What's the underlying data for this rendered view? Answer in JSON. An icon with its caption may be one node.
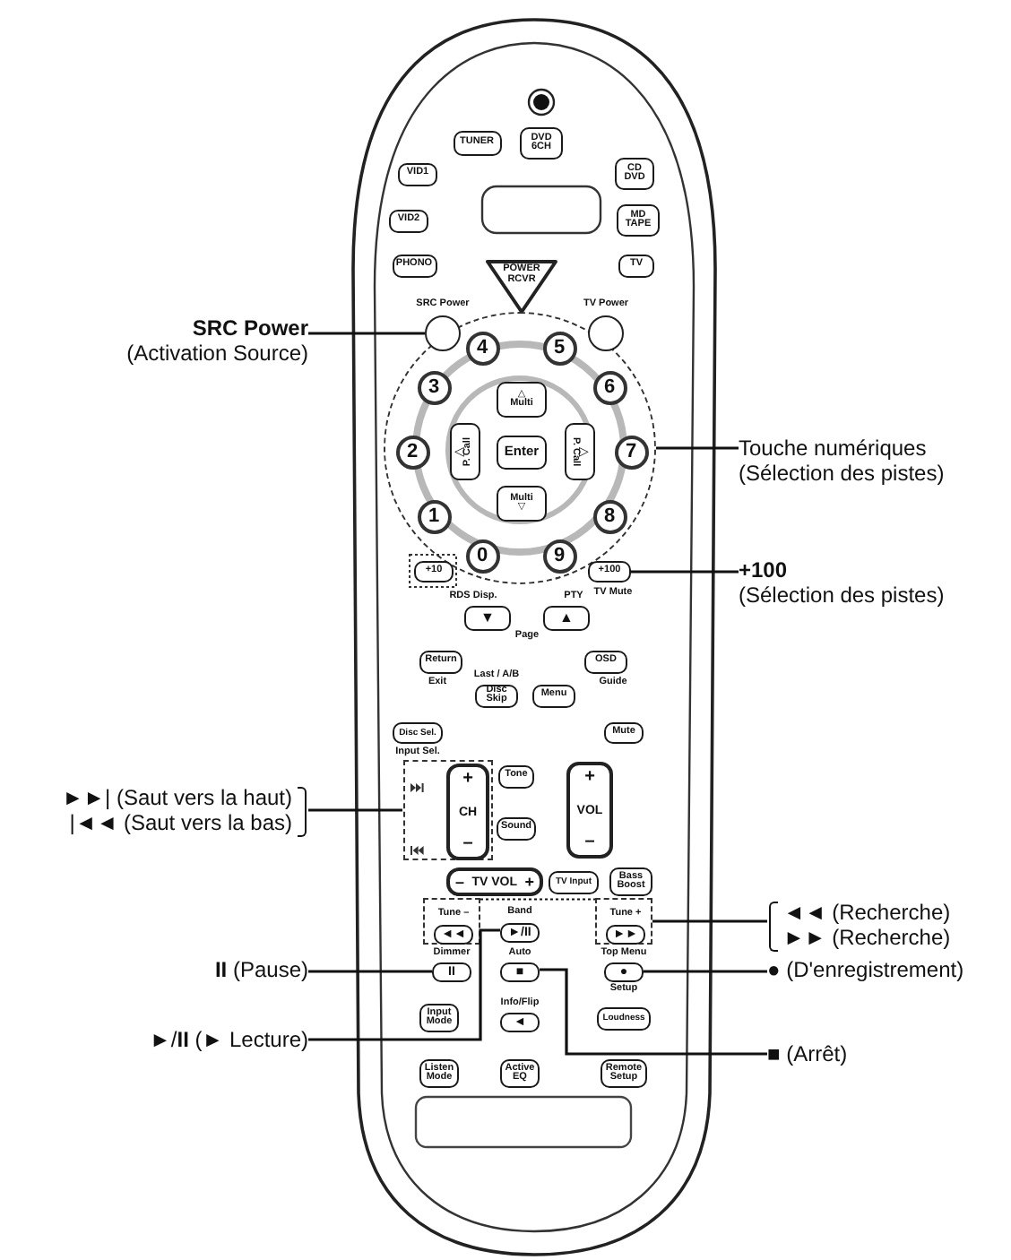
{
  "diagram": {
    "nodes": [
      {
        "text": [],
        "shape": "box"
      },
      {
        "text": [
          "TUNER"
        ],
        "in": 0
      },
      {
        "text": [
          "DVD 6CH"
        ],
        "in": 0
      },
      {
        "text": [
          "VID1"
        ],
        "in": 0
      },
      {
        "text": [
          "CD DVD"
        ],
        "in": 0
      },
      {
        "text": [
          "VID2"
        ],
        "in": 0
      },
      {
        "text": [
          "MD TAPE"
        ],
        "in": 0
      },
      {
        "text": [
          "PHONO"
        ],
        "in": 0
      },
      {
        "text": [
          "TV"
        ],
        "in": 0
      },
      {
        "text": [
          "POWER RCVR"
        ],
        "in": 0
      },
      {
        "text": [],
        "shape": "circle",
        "in": 0
      },
      {
        "text": [],
        "shape": "circle",
        "beside": [
          "SRC Power"
        ],
        "in": 10
      },
      {
        "text": [],
        "shape": "circle",
        "beside": [
          "TV Power"
        ],
        "in": 10
      },
      {
        "text": [
          "4"
        ],
        "in": 10
      },
      {
        "text": [
          "5"
        ],
        "in": 10
      },
      {
        "text": [
          "3"
        ],
        "in": 10
      },
      {
        "text": [
          "6"
        ],
        "in": 10
      },
      {
        "text": [
          "2"
        ],
        "in": 10
      },
      {
        "text": [
          "7"
        ],
        "in": 10
      },
      {
        "text": [
          "1"
        ],
        "in": 10
      },
      {
        "text": [
          "8"
        ],
        "in": 10
      },
      {
        "text": [
          "0"
        ],
        "in": 10
      },
      {
        "text": [
          "9"
        ],
        "in": 10
      },
      {
        "text": [
          "△",
          "Multi"
        ],
        "in": 10
      },
      {
        "text": [
          "◁",
          "P. Call"
        ],
        "in": 10
      },
      {
        "text": [
          "Enter"
        ],
        "in": 10
      },
      {
        "text": [
          "P. Call",
          "▷"
        ],
        "in": 10
      },
      {
        "text": [
          "Multi",
          "▽"
        ],
        "in": 10
      },
      {
        "text": [
          "+10"
        ],
        "in": 10
      },
      {
        "text": [
          "+100"
        ],
        "beside": [
          "TV Mute"
        ],
        "in": 10
      },
      {
        "text": [
          "▼"
        ],
        "beside": [
          "RDS Disp."
        ],
        "in": 0
      },
      {
        "text": [
          "▲"
        ],
        "beside": [
          "PTY"
        ],
        "in": 0
      },
      {
        "text": [
          "Return"
        ],
        "beside": [
          "Exit"
        ],
        "in": 0
      },
      {
        "text": [
          "OSD"
        ],
        "beside": [
          "Guide"
        ],
        "in": 0
      },
      {
        "text": [
          "Disc Skip"
        ],
        "beside": [
          "Last / A/B"
        ],
        "in": 0
      },
      {
        "text": [
          "Menu"
        ],
        "in": 0
      },
      {
        "text": [
          "Disc Sel."
        ],
        "beside": [
          "Input Sel."
        ],
        "in": 0
      },
      {
        "text": [
          "Mute"
        ],
        "in": 0
      },
      {
        "text": [],
        "shape": "box",
        "in": 0
      },
      {
        "text": [
          "+",
          "CH",
          "–"
        ],
        "in": 38
      },
      {
        "text": [
          "Tone"
        ],
        "in": 0
      },
      {
        "text": [
          "Sound"
        ],
        "in": 0
      },
      {
        "text": [
          "+",
          "VOL",
          "–"
        ],
        "in": 0
      },
      {
        "text": [
          "–",
          "TV VOL",
          "+"
        ],
        "in": 0
      },
      {
        "text": [
          "TV Input"
        ],
        "in": 0
      },
      {
        "text": [
          "Bass Boost"
        ],
        "in": 0
      },
      {
        "text": [],
        "shape": "box",
        "in": 0
      },
      {
        "text": [
          "◄◄"
        ],
        "beside": [
          "Tune –"
        ],
        "in": 46
      },
      {
        "text": [
          "►/II"
        ],
        "beside": [
          "Band"
        ],
        "in": 0
      },
      {
        "text": [],
        "shape": "box",
        "in": 0
      },
      {
        "text": [
          "►►"
        ],
        "beside": [
          "Tune +"
        ],
        "in": 49
      },
      {
        "text": [
          "II"
        ],
        "beside": [
          "Dimmer"
        ],
        "in": 0
      },
      {
        "text": [
          "■"
        ],
        "beside": [
          "Auto"
        ],
        "in": 0
      },
      {
        "text": [
          "●"
        ],
        "beside": [
          "Top Menu",
          "Setup"
        ],
        "in": 0
      },
      {
        "text": [
          "Input Mode"
        ],
        "in": 0
      },
      {
        "text": [
          "◄"
        ],
        "beside": [
          "Info/Flip"
        ],
        "in": 0
      },
      {
        "text": [
          "Loudness"
        ],
        "in": 0
      },
      {
        "text": [
          "Listen Mode"
        ],
        "in": 0
      },
      {
        "text": [
          "Active EQ"
        ],
        "in": 0
      },
      {
        "text": [
          "Remote Setup"
        ],
        "in": 0
      },
      {
        "text": [
          "SRC Power",
          "(Activation Source)"
        ]
      },
      {
        "text": [
          "Touche numériques",
          "(Sélection des pistes)"
        ]
      },
      {
        "text": [
          "+100",
          "(Sélection des pistes)"
        ]
      },
      {
        "text": [
          "►►| (Saut vers la haut)",
          "|◄◄ (Saut vers la bas)"
        ]
      },
      {
        "text": [
          "◄◄ (Recherche)",
          "►► (Recherche)"
        ]
      },
      {
        "text": [
          "**II** (Pause)"
        ]
      },
      {
        "text": [
          "● (D'enregistrement)"
        ]
      },
      {
        "text": [
          "►/**II** (► Lecture)"
        ]
      },
      {
        "text": [
          "■ (Arrêt)"
        ]
      }
    ],
    "edges": [
      {
        "from": 60,
        "to": 11,
        "arrow": "none"
      },
      {
        "from": 61,
        "to": 10,
        "arrow": "none"
      },
      {
        "from": 62,
        "to": 29,
        "arrow": "none"
      },
      {
        "from": 63,
        "to": 38,
        "arrow": "none"
      },
      {
        "from": 46,
        "to": 49,
        "arrow": "none",
        "style": "dashed"
      },
      {
        "from": 64,
        "to": 49,
        "arrow": "none"
      },
      {
        "from": 65,
        "to": 51,
        "arrow": "none"
      },
      {
        "from": 66,
        "to": 53,
        "arrow": "none"
      },
      {
        "from": 67,
        "to": 48,
        "arrow": "none"
      },
      {
        "from": 68,
        "to": 52,
        "arrow": "none"
      }
    ],
    "labels": [
      "Page"
    ]
  }
}
